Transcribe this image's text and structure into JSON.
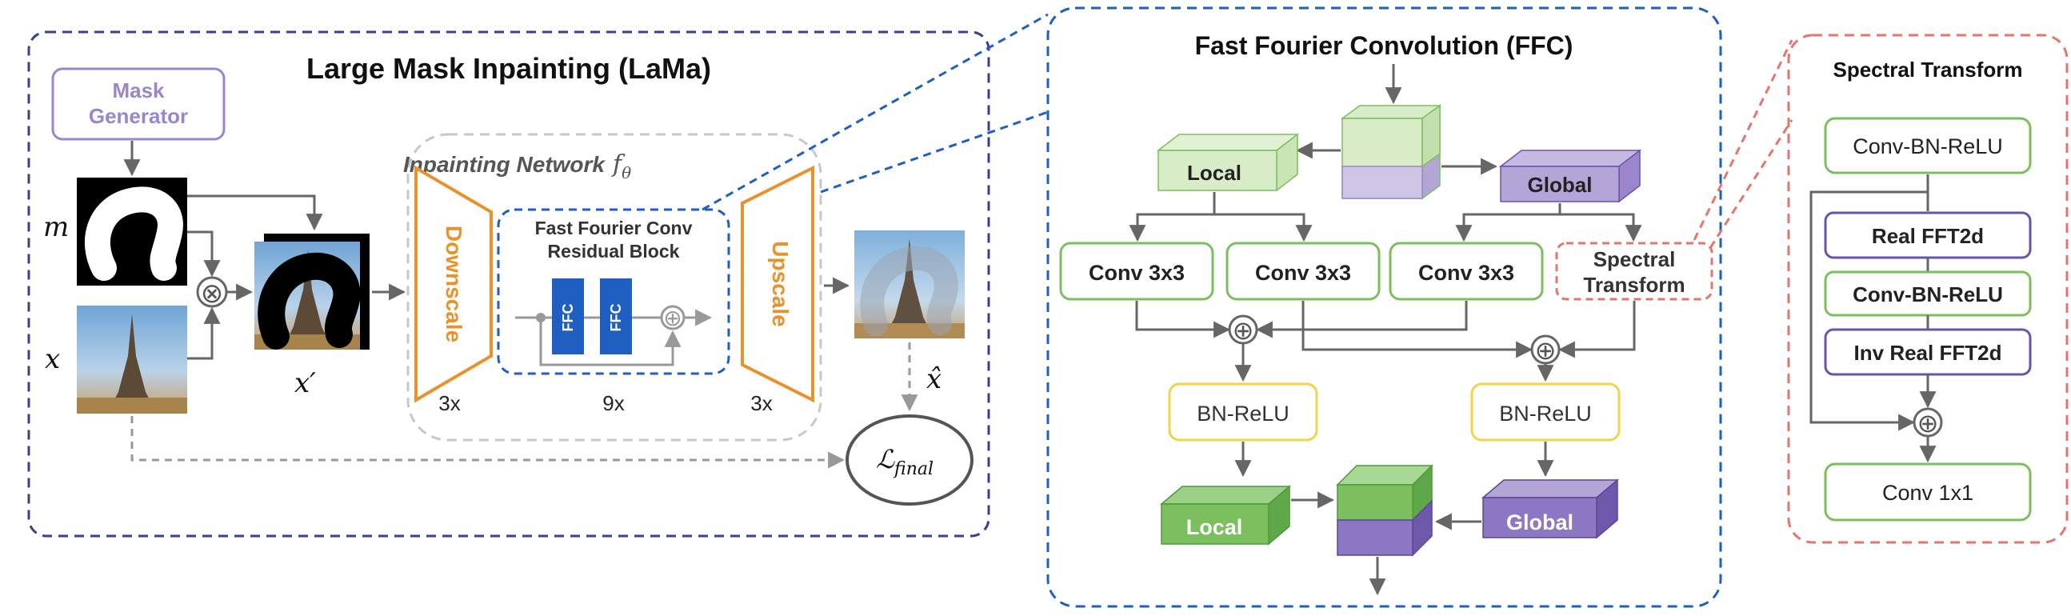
{
  "colors": {
    "lama_border": "#3a3f8f",
    "ffc_border": "#1f5fc2",
    "spectral_border": "#e3766c",
    "purple": "#9b86cc",
    "orange": "#e8922c",
    "ffc_blue": "#1f5fc2",
    "green_stroke": "#7cbf5e",
    "yellow_stroke": "#f2d34a",
    "purple_stroke": "#6a54a8",
    "gray": "#777777"
  },
  "lama": {
    "title": "Large Mask Inpainting (LaMa)",
    "mask_generator_label_1": "Mask",
    "mask_generator_label_2": "Generator",
    "m_label": "m",
    "x_label": "x",
    "x_prime_label": "x′",
    "x_hat_label": "x̂",
    "multiply_symbol": "⊗",
    "loss_label": "ℒ",
    "loss_sub": "final",
    "network_title": "Inpainting Network",
    "network_symbol": "f",
    "network_sub": "θ",
    "downscale_label": "Downscale",
    "upscale_label": "Upscale",
    "downscale_count": "3x",
    "upscale_count": "3x",
    "resblock_count": "9x",
    "resblock_title_1": "Fast Fourier Conv",
    "resblock_title_2": "Residual Block",
    "ffc_box_label": "FFC",
    "add_symbol": "⊕"
  },
  "ffc": {
    "title": "Fast Fourier Convolution (FFC)",
    "local_label": "Local",
    "global_label": "Global",
    "conv_label": "Conv 3x3",
    "spectral_label_1": "Spectral",
    "spectral_label_2": "Transform",
    "bn_relu_label": "BN-ReLU",
    "out_local_label": "Local",
    "out_global_label": "Global"
  },
  "spectral": {
    "title": "Spectral Transform",
    "conv_bn_relu": "Conv-BN-ReLU",
    "real_fft": "Real FFT2d",
    "conv_bn_relu_2": "Conv-BN-ReLU",
    "inv_real_fft": "Inv Real FFT2d",
    "conv_1x1": "Conv 1x1"
  }
}
